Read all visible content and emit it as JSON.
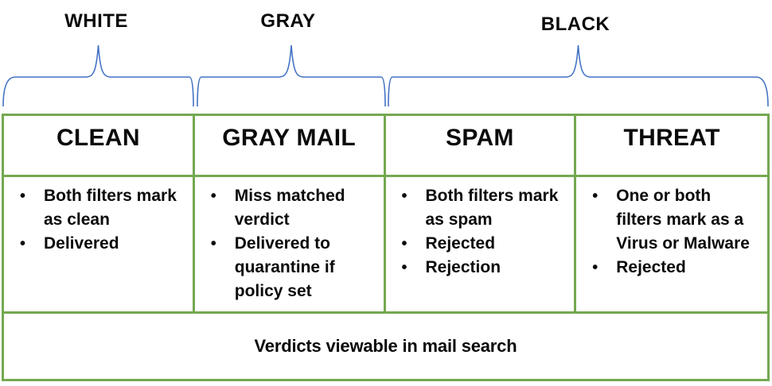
{
  "groups": [
    {
      "label": "WHITE"
    },
    {
      "label": "GRAY"
    },
    {
      "label": "BLACK"
    }
  ],
  "table": {
    "columns": [
      {
        "header": "CLEAN",
        "bullets": [
          "Both filters mark\nas clean",
          "Delivered"
        ]
      },
      {
        "header": "GRAY MAIL",
        "bullets": [
          "Miss matched\nverdict",
          "Delivered to\nquarantine if\npolicy set"
        ]
      },
      {
        "header": "SPAM",
        "bullets": [
          "Both filters mark\nas spam",
          "Rejected",
          "Rejection"
        ]
      },
      {
        "header": "THREAT",
        "bullets": [
          "One or both\nfilters mark as a\nVirus or Malware",
          "Rejected"
        ]
      }
    ],
    "footer": "Verdicts viewable in mail search"
  },
  "colors": {
    "border_green": "#74A850",
    "brace_blue": "#4472C4",
    "text": "#0d0d0d"
  }
}
